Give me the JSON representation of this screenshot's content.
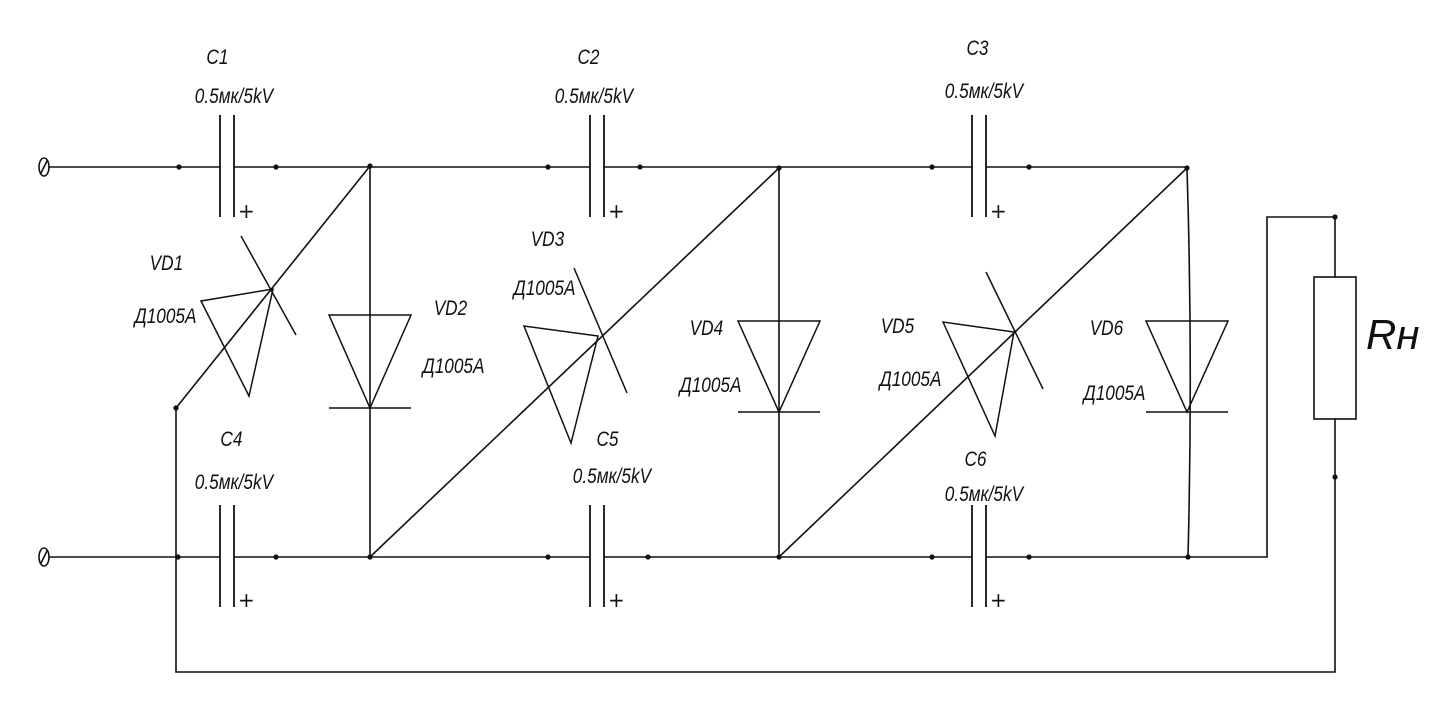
{
  "capacitors": [
    {
      "name": "C1",
      "value": "0.5мк/5kV"
    },
    {
      "name": "C2",
      "value": "0.5мк/5kV"
    },
    {
      "name": "C3",
      "value": "0.5мк/5kV"
    },
    {
      "name": "C4",
      "value": "0.5мк/5kV"
    },
    {
      "name": "C5",
      "value": "0.5мк/5kV"
    },
    {
      "name": "C6",
      "value": "0.5мк/5kV"
    }
  ],
  "diodes": [
    {
      "name": "VD1",
      "type": "Д1005А"
    },
    {
      "name": "VD2",
      "type": "Д1005А"
    },
    {
      "name": "VD3",
      "type": "Д1005А"
    },
    {
      "name": "VD4",
      "type": "Д1005А"
    },
    {
      "name": "VD5",
      "type": "Д1005А"
    },
    {
      "name": "VD6",
      "type": "Д1005А"
    }
  ],
  "load": {
    "label": "Rн"
  },
  "polarity_mark": "+"
}
